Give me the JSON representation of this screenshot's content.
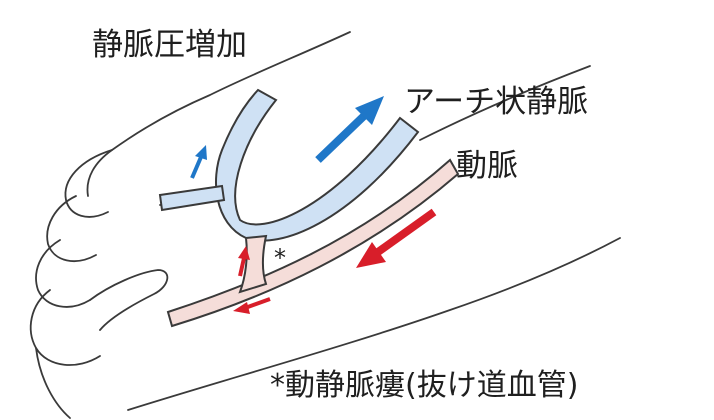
{
  "labels": {
    "venous_pressure": "静脈圧増加",
    "arch_vein": "アーチ状静脈",
    "artery": "動脈",
    "shunt_marker": "*",
    "footnote": "*動静脈瘻(抜け道血管)"
  },
  "colors": {
    "vein_fill": "#cfe1f4",
    "artery_fill": "#f5ddd9",
    "vessel_stroke": "#3a3a3a",
    "blue_arrow": "#1f77c8",
    "red_arrow": "#d81e2a",
    "text": "#1f1f1f"
  },
  "icons": {
    "vein_flow": "blue-arrow-icon",
    "artery_flow": "red-arrow-icon"
  }
}
